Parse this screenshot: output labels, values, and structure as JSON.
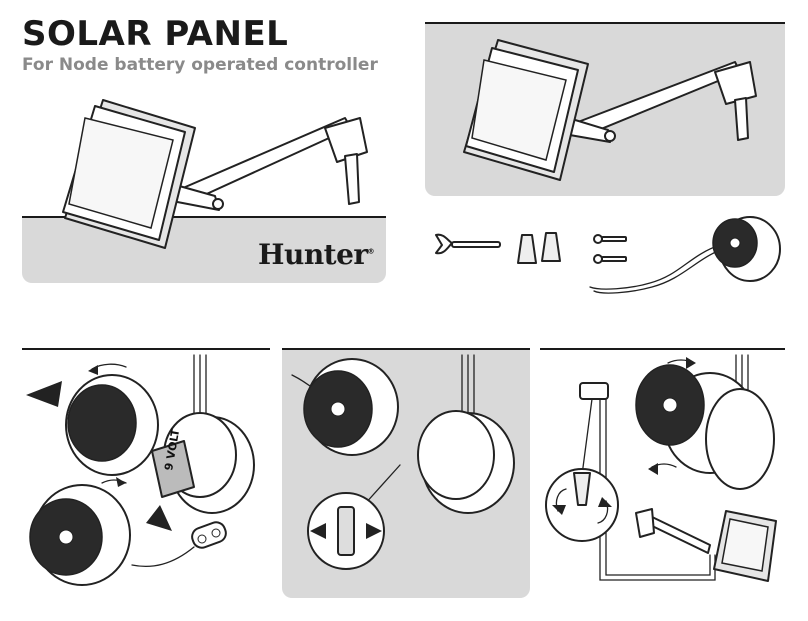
{
  "header": {
    "title": "SOLAR PANEL",
    "subtitle": "For Node battery operated controller"
  },
  "brand": {
    "name": "Hunter",
    "mark": "®"
  },
  "battery": {
    "label": "9 VOLT"
  },
  "colors": {
    "ink": "#1a1a1a",
    "panel_gray": "#d9d9d9",
    "subtitle_gray": "#8a8a8a"
  },
  "icons": [
    "solar-panel-icon",
    "mounting-arm-icon",
    "wire-icon",
    "wing-screw-icon",
    "wire-nut-icon",
    "screw-icon",
    "controller-icon",
    "battery-icon",
    "connector-icon",
    "rotate-arrow-icon",
    "zoom-circle-icon"
  ]
}
